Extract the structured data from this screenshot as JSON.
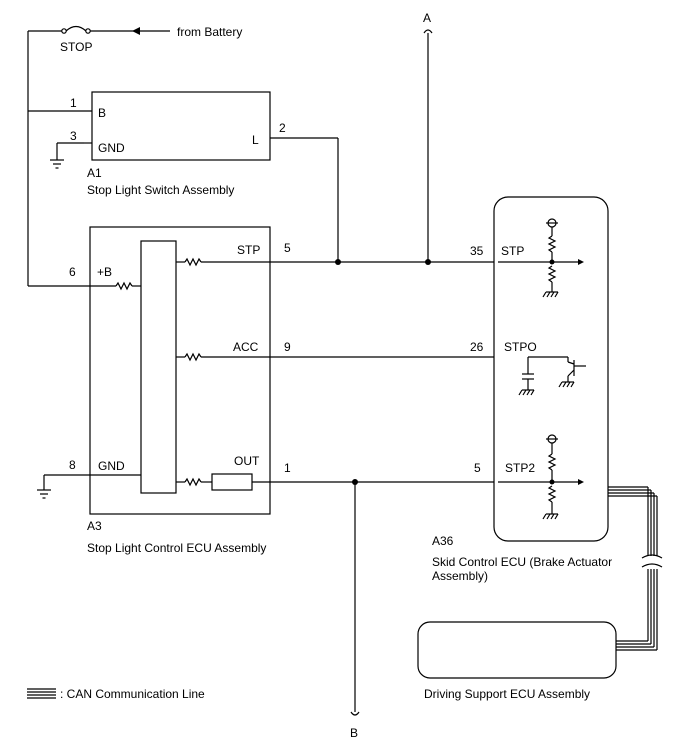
{
  "wiring": {
    "fuse_label": "STOP",
    "battery_label": "from Battery",
    "connector_a": "A",
    "connector_b": "B",
    "legend_label": ": CAN Communication Line"
  },
  "stop_light_switch": {
    "id": "A1",
    "name": "Stop Light Switch Assembly",
    "pin_b": {
      "num": "1",
      "name": "B"
    },
    "pin_gnd": {
      "num": "3",
      "name": "GND"
    },
    "pin_l": {
      "num": "2",
      "name": "L"
    }
  },
  "stop_light_ecu": {
    "id": "A3",
    "name": "Stop Light Control ECU Assembly",
    "pin_b": {
      "num": "6",
      "name": "+B"
    },
    "pin_gnd": {
      "num": "8",
      "name": "GND"
    },
    "pin_stp": {
      "num": "5",
      "name": "STP"
    },
    "pin_acc": {
      "num": "9",
      "name": "ACC"
    },
    "pin_out": {
      "num": "1",
      "name": "OUT"
    }
  },
  "skid_control_ecu": {
    "id": "A36",
    "name_line1": "Skid Control ECU (Brake Actuator",
    "name_line2": "Assembly)",
    "pin_stp": {
      "num": "35",
      "name": "STP"
    },
    "pin_stpo": {
      "num": "26",
      "name": "STPO"
    },
    "pin_stp2": {
      "num": "5",
      "name": "STP2"
    }
  },
  "driving_support_ecu": {
    "name": "Driving Support ECU Assembly"
  }
}
